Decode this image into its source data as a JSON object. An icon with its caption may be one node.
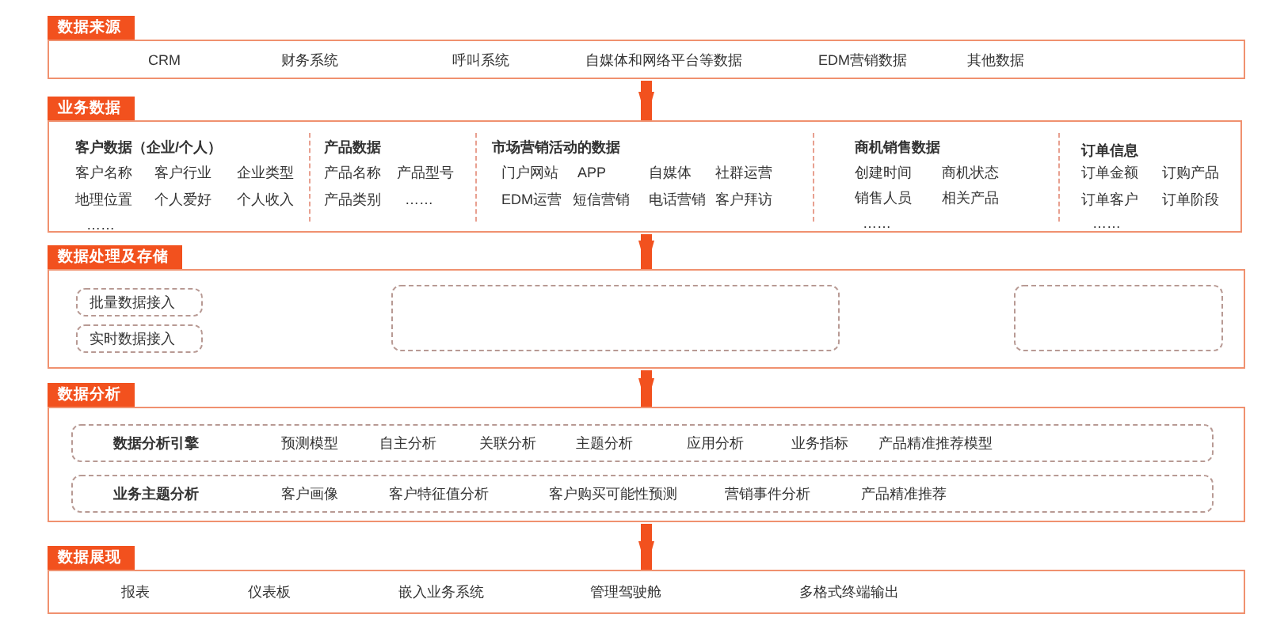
{
  "diagram": {
    "nodes": [
      {
        "text": [
          "数据来源",
          "CRM",
          "财务系统",
          "呼叫系统",
          "自媒体和网络平台等数据",
          "EDM营销数据",
          "其他数据"
        ]
      },
      {
        "text": [
          "业务数据",
          "客户数据（企业/个人）",
          "客户名称",
          "客户行业",
          "企业类型",
          "地理位置",
          "个人爱好",
          "个人收入",
          "……",
          "产品数据",
          "产品名称",
          "产品型号",
          "产品类别",
          "……",
          "市场营销活动的数据",
          "门户网站",
          "APP",
          "自媒体",
          "社群运营",
          "EDM运营",
          "短信营销",
          "电话营销",
          "客户拜访",
          "商机销售数据",
          "创建时间",
          "商机状态",
          "销售人员",
          "相关产品",
          "……",
          "订单信息",
          "订单金额",
          "订购产品",
          "订单客户",
          "订单阶段",
          "……"
        ]
      },
      {
        "text": [
          "数据处理及存储"
        ]
      },
      {
        "text": [
          "批量数据接入"
        ],
        "in": 2
      },
      {
        "text": [
          "实时数据接入"
        ],
        "in": 2
      },
      {
        "text": [],
        "shape": "box",
        "in": 2
      },
      {
        "text": [],
        "shape": "box",
        "in": 2
      },
      {
        "text": [
          "数据分析"
        ]
      },
      {
        "text": [
          "数据分析引擎",
          "预测模型",
          "自主分析",
          "关联分析",
          "主题分析",
          "应用分析",
          "业务指标",
          "产品精准推荐模型"
        ],
        "in": 7
      },
      {
        "text": [
          "业务主题分析",
          "客户画像",
          "客户特征值分析",
          "客户购买可能性预测",
          "营销事件分析",
          "产品精准推荐"
        ],
        "in": 7
      },
      {
        "text": [
          "数据展现",
          "报表",
          "仪表板",
          "嵌入业务系统",
          "管理驾驶舱",
          "多格式终端输出"
        ]
      }
    ],
    "edges": [
      {
        "from": 0,
        "to": 1,
        "arrow": "to"
      },
      {
        "from": 1,
        "to": 2,
        "arrow": "to"
      },
      {
        "from": 2,
        "to": 7,
        "arrow": "to"
      },
      {
        "from": 7,
        "to": 10,
        "arrow": "to"
      }
    ]
  }
}
